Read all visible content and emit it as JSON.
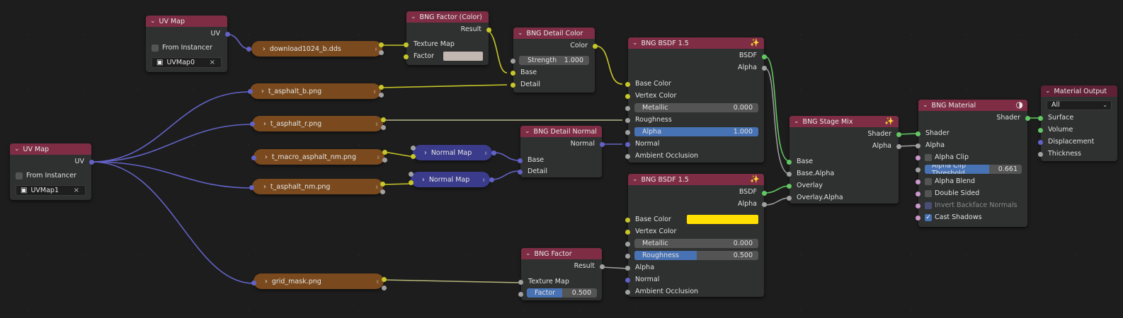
{
  "colors": {
    "background": "#1d1d1d",
    "node_body": "#2f3030",
    "node_header": "#7e2d45",
    "output_header": "#5f2136",
    "texture_pill": "#7a4a1e",
    "normalmap_pill": "#3b3b8b",
    "socket_color": "#c7c729",
    "socket_float": "#a1a1a1",
    "socket_vector": "#6363c7",
    "socket_shader": "#63c763",
    "socket_bool": "#cc99cc",
    "slider_fill": "#4772b3",
    "factor_swatch": "#c3b7b1",
    "base_color_swatch": "#ffe000"
  },
  "nodes": {
    "uvmap_top": {
      "title": "UV Map",
      "output": "UV",
      "from_instancer": "From Instancer",
      "uv_map": "UVMap0",
      "clear_icon": "×"
    },
    "uvmap_left": {
      "title": "UV Map",
      "output": "UV",
      "from_instancer": "From Instancer",
      "uv_map": "UVMap1",
      "clear_icon": "×"
    },
    "textures": [
      {
        "label": "download1024_b.dds"
      },
      {
        "label": "t_asphalt_b.png"
      },
      {
        "label": "t_asphalt_r.png"
      },
      {
        "label": "t_macro_asphalt_nm.png"
      },
      {
        "label": "t_asphalt_nm.png"
      },
      {
        "label": "grid_mask.png"
      }
    ],
    "normal_maps": [
      {
        "label": "Normal Map"
      },
      {
        "label": "Normal Map"
      }
    ],
    "factor_color": {
      "title": "BNG Factor (Color)",
      "output": "Result",
      "inputs": [
        "Texture Map",
        "Factor"
      ]
    },
    "detail_color": {
      "title": "BNG Detail Color",
      "output": "Color",
      "strength_label": "Strength",
      "strength_value": "1.000",
      "inputs": [
        "Base",
        "Detail"
      ]
    },
    "detail_normal": {
      "title": "BNG Detail Normal",
      "output": "Normal",
      "inputs": [
        "Base",
        "Detail"
      ]
    },
    "bsdf_top": {
      "title": "BNG BSDF 1.5",
      "outputs": [
        "BSDF",
        "Alpha"
      ],
      "inputs": [
        "Base Color",
        "Vertex Color",
        "Roughness",
        "Normal",
        "Ambient Occlusion"
      ],
      "metallic_label": "Metallic",
      "metallic_value": "0.000",
      "alpha_label": "Alpha",
      "alpha_value": "1.000",
      "alpha_fraction": 1.0
    },
    "bsdf_bottom": {
      "title": "BNG BSDF 1.5",
      "outputs": [
        "BSDF",
        "Alpha"
      ],
      "inputs": [
        "Base Color",
        "Vertex Color",
        "Alpha",
        "Normal",
        "Ambient Occlusion"
      ],
      "metallic_label": "Metallic",
      "metallic_value": "0.000",
      "roughness_label": "Roughness",
      "roughness_value": "0.500",
      "roughness_fraction": 0.5
    },
    "factor": {
      "title": "BNG Factor",
      "output": "Result",
      "input": "Texture Map",
      "factor_label": "Factor",
      "factor_value": "0.500",
      "factor_fraction": 0.5
    },
    "stage_mix": {
      "title": "BNG Stage Mix",
      "outputs": [
        "Shader",
        "Alpha"
      ],
      "inputs": [
        "Base",
        "Base.Alpha",
        "Overlay",
        "Overlay.Alpha"
      ]
    },
    "material": {
      "title": "BNG Material",
      "output": "Shader",
      "inputs": [
        "Shader",
        "Alpha"
      ],
      "alpha_clip": "Alpha Clip",
      "alpha_clip_threshold_label": "Alpha Clip Threshold",
      "alpha_clip_threshold_value": "0.661",
      "alpha_clip_threshold_fraction": 0.661,
      "alpha_blend": "Alpha Blend",
      "double_sided": "Double Sided",
      "invert_backface_normals": "Invert Backface Normals",
      "cast_shadows": "Cast Shadows",
      "checkmark": "✓"
    },
    "output": {
      "title": "Material Output",
      "target": "All",
      "inputs": [
        "Surface",
        "Volume",
        "Displacement",
        "Thickness"
      ]
    }
  },
  "glyphs": {
    "collapse": "⌄",
    "expand": "›",
    "grip": "ıı",
    "dropdown_caret": "⌄",
    "node_group_icon": "⁺⁄₊",
    "material_icon": "◑"
  }
}
